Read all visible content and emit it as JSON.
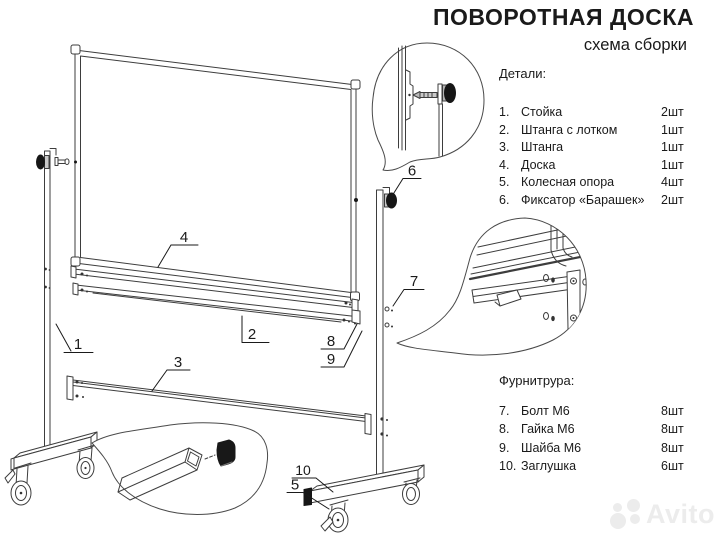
{
  "title": "ПОВОРОТНАЯ ДОСКА",
  "subtitle": "схема сборки",
  "parts": {
    "heading": "Детали:",
    "items": [
      {
        "num": "1.",
        "name": "Стойка",
        "qty": "2шт"
      },
      {
        "num": "2.",
        "name": "Штанга с лотком",
        "qty": "1шт"
      },
      {
        "num": "3.",
        "name": "Штанга",
        "qty": "1шт"
      },
      {
        "num": "4.",
        "name": "Доска",
        "qty": "1шт"
      },
      {
        "num": "5.",
        "name": "Колесная опора",
        "qty": "4шт"
      },
      {
        "num": "6.",
        "name": "Фиксатор «Барашек»",
        "qty": "2шт"
      }
    ]
  },
  "hardware": {
    "heading": "Фурнитрура:",
    "items": [
      {
        "num": "7.",
        "name": "Болт М6",
        "qty": "8шт"
      },
      {
        "num": "8.",
        "name": "Гайка М6",
        "qty": "8шт"
      },
      {
        "num": "9.",
        "name": "Шайба М6",
        "qty": "8шт"
      },
      {
        "num": "10.",
        "name": "Заглушка",
        "qty": "6шт"
      }
    ]
  },
  "callouts": {
    "c1": "1",
    "c2": "2",
    "c3": "3",
    "c4": "4",
    "c5": "5",
    "c6": "6",
    "c7": "7",
    "c8": "8",
    "c9": "9",
    "c10": "10"
  },
  "watermark": "Avito",
  "colors": {
    "line": "#3d3d3d",
    "text": "#1a1a1a",
    "knob": "#161616",
    "watermark": "#ececec"
  }
}
